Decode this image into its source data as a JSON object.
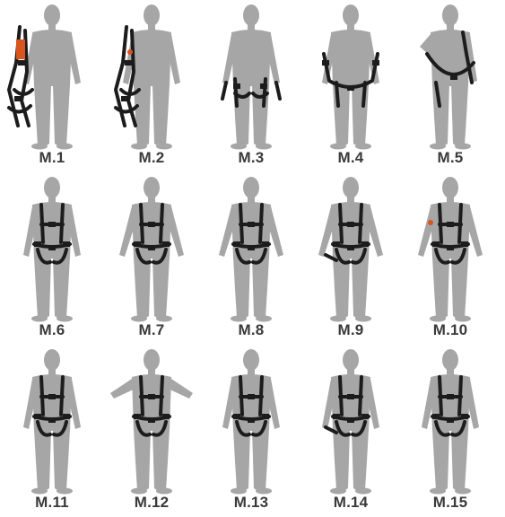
{
  "title": "",
  "colors": {
    "silhouette": "#a6a6a6",
    "harness": "#1c1c1c",
    "accent": "#d9541e",
    "label": "#3a3a3a"
  },
  "steps": [
    {
      "label": "M.1",
      "pose": "holding-harness-left"
    },
    {
      "label": "M.2",
      "pose": "harness-hanging-left"
    },
    {
      "label": "M.3",
      "pose": "leg-loops-at-thighs"
    },
    {
      "label": "M.4",
      "pose": "straps-at-waist"
    },
    {
      "label": "M.5",
      "pose": "strap-over-shoulder"
    },
    {
      "label": "M.6",
      "pose": "shoulder-straps-on"
    },
    {
      "label": "M.7",
      "pose": "fastening-chest"
    },
    {
      "label": "M.8",
      "pose": "fastening-waist"
    },
    {
      "label": "M.9",
      "pose": "fastening-leg-loops"
    },
    {
      "label": "M.10",
      "pose": "adjusting-side"
    },
    {
      "label": "M.11",
      "pose": "full-harness-hands-down"
    },
    {
      "label": "M.12",
      "pose": "adjusting-shoulders"
    },
    {
      "label": "M.13",
      "pose": "full-harness"
    },
    {
      "label": "M.14",
      "pose": "full-harness-check"
    },
    {
      "label": "M.15",
      "pose": "full-harness-final"
    }
  ]
}
